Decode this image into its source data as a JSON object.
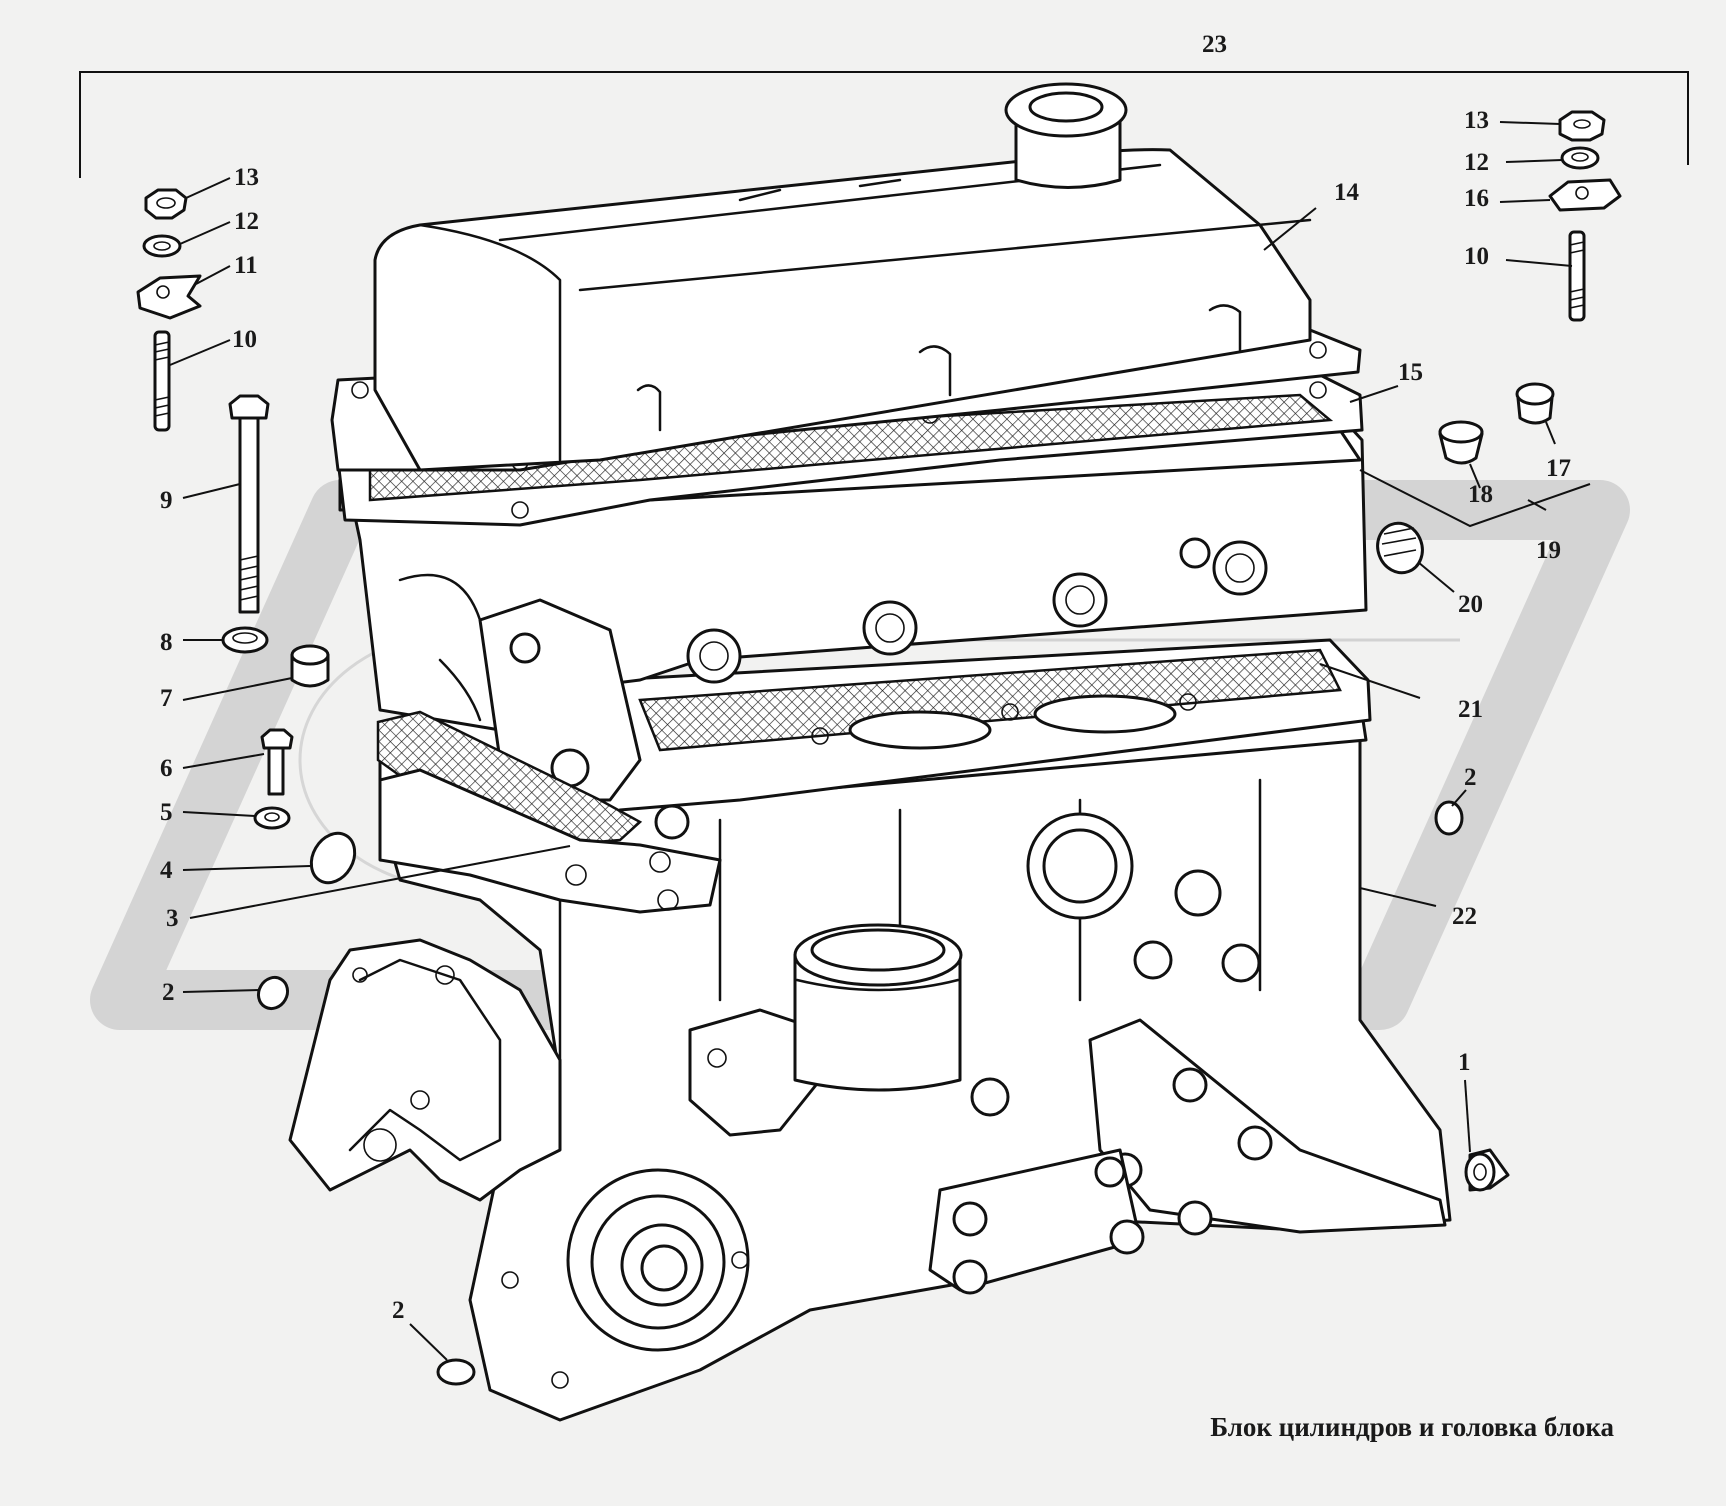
{
  "figure": {
    "number": "23",
    "caption": "Блок цилиндров и головка блока"
  },
  "callouts": [
    "1",
    "2",
    "3",
    "4",
    "5",
    "6",
    "7",
    "8",
    "9",
    "10",
    "11",
    "12",
    "13",
    "14",
    "15",
    "16",
    "17",
    "18",
    "19",
    "20",
    "21",
    "22"
  ],
  "labels": {
    "l1": "1",
    "l2a": "2",
    "l2b": "2",
    "l2c": "2",
    "l3": "3",
    "l4": "4",
    "l5": "5",
    "l6": "6",
    "l7": "7",
    "l8": "8",
    "l9": "9",
    "l10a": "10",
    "l10b": "10",
    "l11": "11",
    "l12a": "12",
    "l12b": "12",
    "l13a": "13",
    "l13b": "13",
    "l14": "14",
    "l15": "15",
    "l16": "16",
    "l17": "17",
    "l18": "18",
    "l19": "19",
    "l20": "20",
    "l21": "21",
    "l22": "22"
  }
}
